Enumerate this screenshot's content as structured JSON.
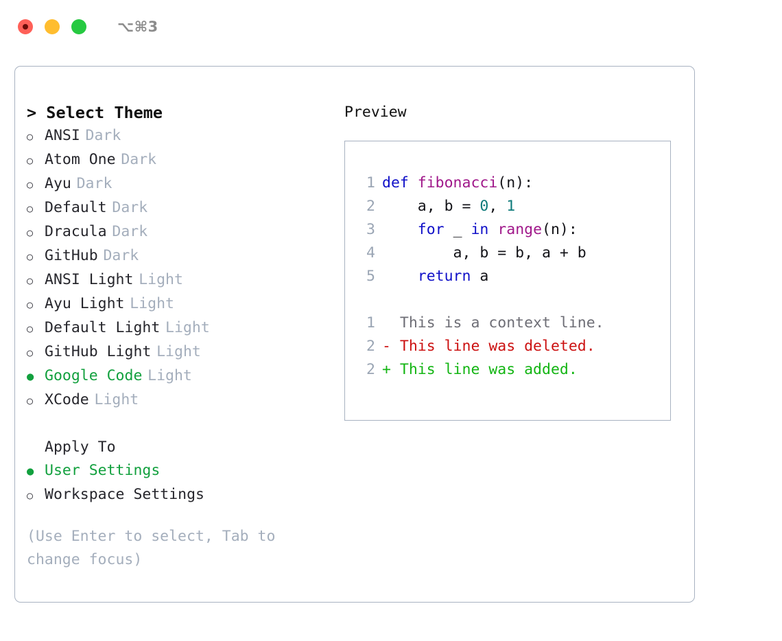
{
  "window": {
    "traffic_lights": [
      "close-button",
      "minimize-button",
      "maximize-button"
    ],
    "shortcut_hint": "⌥⌘3"
  },
  "theme_panel": {
    "heading": "> Select Theme",
    "marker_unselected": "○",
    "marker_selected": "●",
    "themes": [
      {
        "name": "ANSI",
        "variant": "Dark",
        "selected": false
      },
      {
        "name": "Atom One",
        "variant": "Dark",
        "selected": false
      },
      {
        "name": "Ayu",
        "variant": "Dark",
        "selected": false
      },
      {
        "name": "Default",
        "variant": "Dark",
        "selected": false
      },
      {
        "name": "Dracula",
        "variant": "Dark",
        "selected": false
      },
      {
        "name": "GitHub",
        "variant": "Dark",
        "selected": false
      },
      {
        "name": "ANSI Light",
        "variant": "Light",
        "selected": false
      },
      {
        "name": "Ayu Light",
        "variant": "Light",
        "selected": false
      },
      {
        "name": "Default Light",
        "variant": "Light",
        "selected": false
      },
      {
        "name": "GitHub Light",
        "variant": "Light",
        "selected": false
      },
      {
        "name": "Google Code",
        "variant": "Light",
        "selected": true
      },
      {
        "name": "XCode",
        "variant": "Light",
        "selected": false
      }
    ],
    "apply_to": {
      "heading": "Apply To",
      "options": [
        {
          "label": "User Settings",
          "selected": true
        },
        {
          "label": "Workspace Settings",
          "selected": false
        }
      ]
    },
    "hint": "(Use Enter to select, Tab to change focus)"
  },
  "preview_panel": {
    "title": "Preview",
    "code_lines": [
      {
        "num": "1",
        "tokens": [
          {
            "t": "def ",
            "c": "kw"
          },
          {
            "t": "fibonacci",
            "c": "fn"
          },
          {
            "t": "(n):",
            "c": "plain"
          }
        ]
      },
      {
        "num": "2",
        "tokens": [
          {
            "t": "    a, b = ",
            "c": "plain"
          },
          {
            "t": "0",
            "c": "num"
          },
          {
            "t": ", ",
            "c": "plain"
          },
          {
            "t": "1",
            "c": "num"
          }
        ]
      },
      {
        "num": "3",
        "tokens": [
          {
            "t": "    ",
            "c": "plain"
          },
          {
            "t": "for",
            "c": "kw"
          },
          {
            "t": " _ ",
            "c": "plain"
          },
          {
            "t": "in",
            "c": "kw"
          },
          {
            "t": " ",
            "c": "plain"
          },
          {
            "t": "range",
            "c": "fn"
          },
          {
            "t": "(n):",
            "c": "plain"
          }
        ]
      },
      {
        "num": "4",
        "tokens": [
          {
            "t": "        a, b = b, a + b",
            "c": "plain"
          }
        ]
      },
      {
        "num": "5",
        "tokens": [
          {
            "t": "    ",
            "c": "plain"
          },
          {
            "t": "return",
            "c": "kw"
          },
          {
            "t": " a",
            "c": "plain"
          }
        ]
      }
    ],
    "diff_lines": [
      {
        "num": "1",
        "marker": "  ",
        "text": "This is a context line.",
        "kind": "ctx"
      },
      {
        "num": "2",
        "marker": "- ",
        "text": "This line was deleted.",
        "kind": "del"
      },
      {
        "num": "2",
        "marker": "+ ",
        "text": "This line was added.",
        "kind": "add"
      }
    ]
  },
  "colors": {
    "accent_green": "#12a03e",
    "muted": "#a4aebc",
    "border": "#a8b2c1",
    "keyword": "#1010c8",
    "function": "#a0188a",
    "number": "#0d7a7a",
    "diff_add": "#13b513",
    "diff_del": "#cc1111",
    "traffic_close": "#ff6058",
    "traffic_min": "#ffbd2f",
    "traffic_max": "#26c941"
  }
}
